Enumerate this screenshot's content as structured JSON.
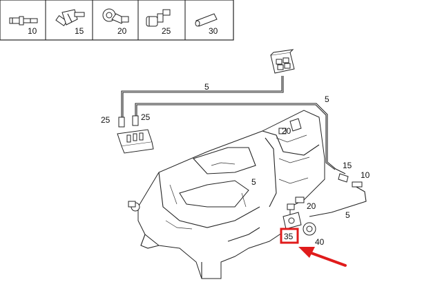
{
  "legend": {
    "items": [
      {
        "label": "10"
      },
      {
        "label": "15"
      },
      {
        "label": "20"
      },
      {
        "label": "25"
      },
      {
        "label": "30"
      }
    ]
  },
  "callouts": {
    "hose_top": "5",
    "hose_right": "5",
    "hose_mid": "5",
    "hose_lower": "5",
    "conn_left_a": "25",
    "conn_left_b": "25",
    "elbow_upper": "20",
    "elbow_lower": "20",
    "tee": "15",
    "straight_conn": "10",
    "valve": "35",
    "sensor": "40"
  },
  "highlight": {
    "target": "35",
    "color": "#e01b1b"
  }
}
